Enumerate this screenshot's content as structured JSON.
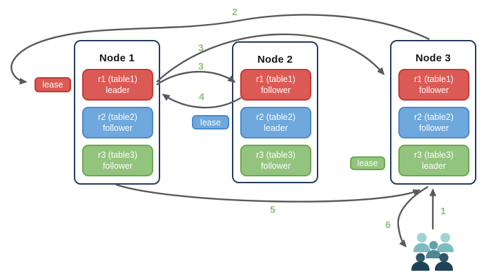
{
  "palette": {
    "red_fill": "#dc5a55",
    "red_border": "#c23b36",
    "blue_fill": "#6fa8dc",
    "blue_border": "#4d89cb",
    "green_fill": "#93c47d",
    "green_border": "#6aa84f",
    "node_border": "#223a5e",
    "arrow": "#59595b",
    "step_label": "#8cbe78",
    "users_light_head": "#9fd4d6",
    "users_light_body": "#7dbcc0",
    "users_mid_head": "#62a3a9",
    "users_mid_body": "#4d8793",
    "users_dark_head": "#2f5766",
    "users_dark_body": "#1d4355"
  },
  "nodes": [
    {
      "title": "Node 1",
      "replicas": [
        {
          "name": "r1 (table1)",
          "role": "leader",
          "color": "red"
        },
        {
          "name": "r2 (table2)",
          "role": "follower",
          "color": "blue"
        },
        {
          "name": "r3 (table3)",
          "role": "follower",
          "color": "green"
        }
      ]
    },
    {
      "title": "Node 2",
      "replicas": [
        {
          "name": "r1 (table1)",
          "role": "follower",
          "color": "red"
        },
        {
          "name": "r2 (table2)",
          "role": "leader",
          "color": "blue"
        },
        {
          "name": "r3 (table3)",
          "role": "follower",
          "color": "green"
        }
      ]
    },
    {
      "title": "Node 3",
      "replicas": [
        {
          "name": "r1 (table1)",
          "role": "follower",
          "color": "red"
        },
        {
          "name": "r2 (table2)",
          "role": "follower",
          "color": "blue"
        },
        {
          "name": "r3 (table3)",
          "role": "leader",
          "color": "green"
        }
      ]
    }
  ],
  "leases": [
    {
      "label": "lease",
      "color": "red"
    },
    {
      "label": "lease",
      "color": "blue"
    },
    {
      "label": "lease",
      "color": "green"
    }
  ],
  "steps": {
    "s1": "1",
    "s2": "2",
    "s3a": "3",
    "s3b": "3",
    "s4": "4",
    "s5": "5",
    "s6": "6"
  },
  "icons": {
    "users_group": "users-group-icon"
  }
}
